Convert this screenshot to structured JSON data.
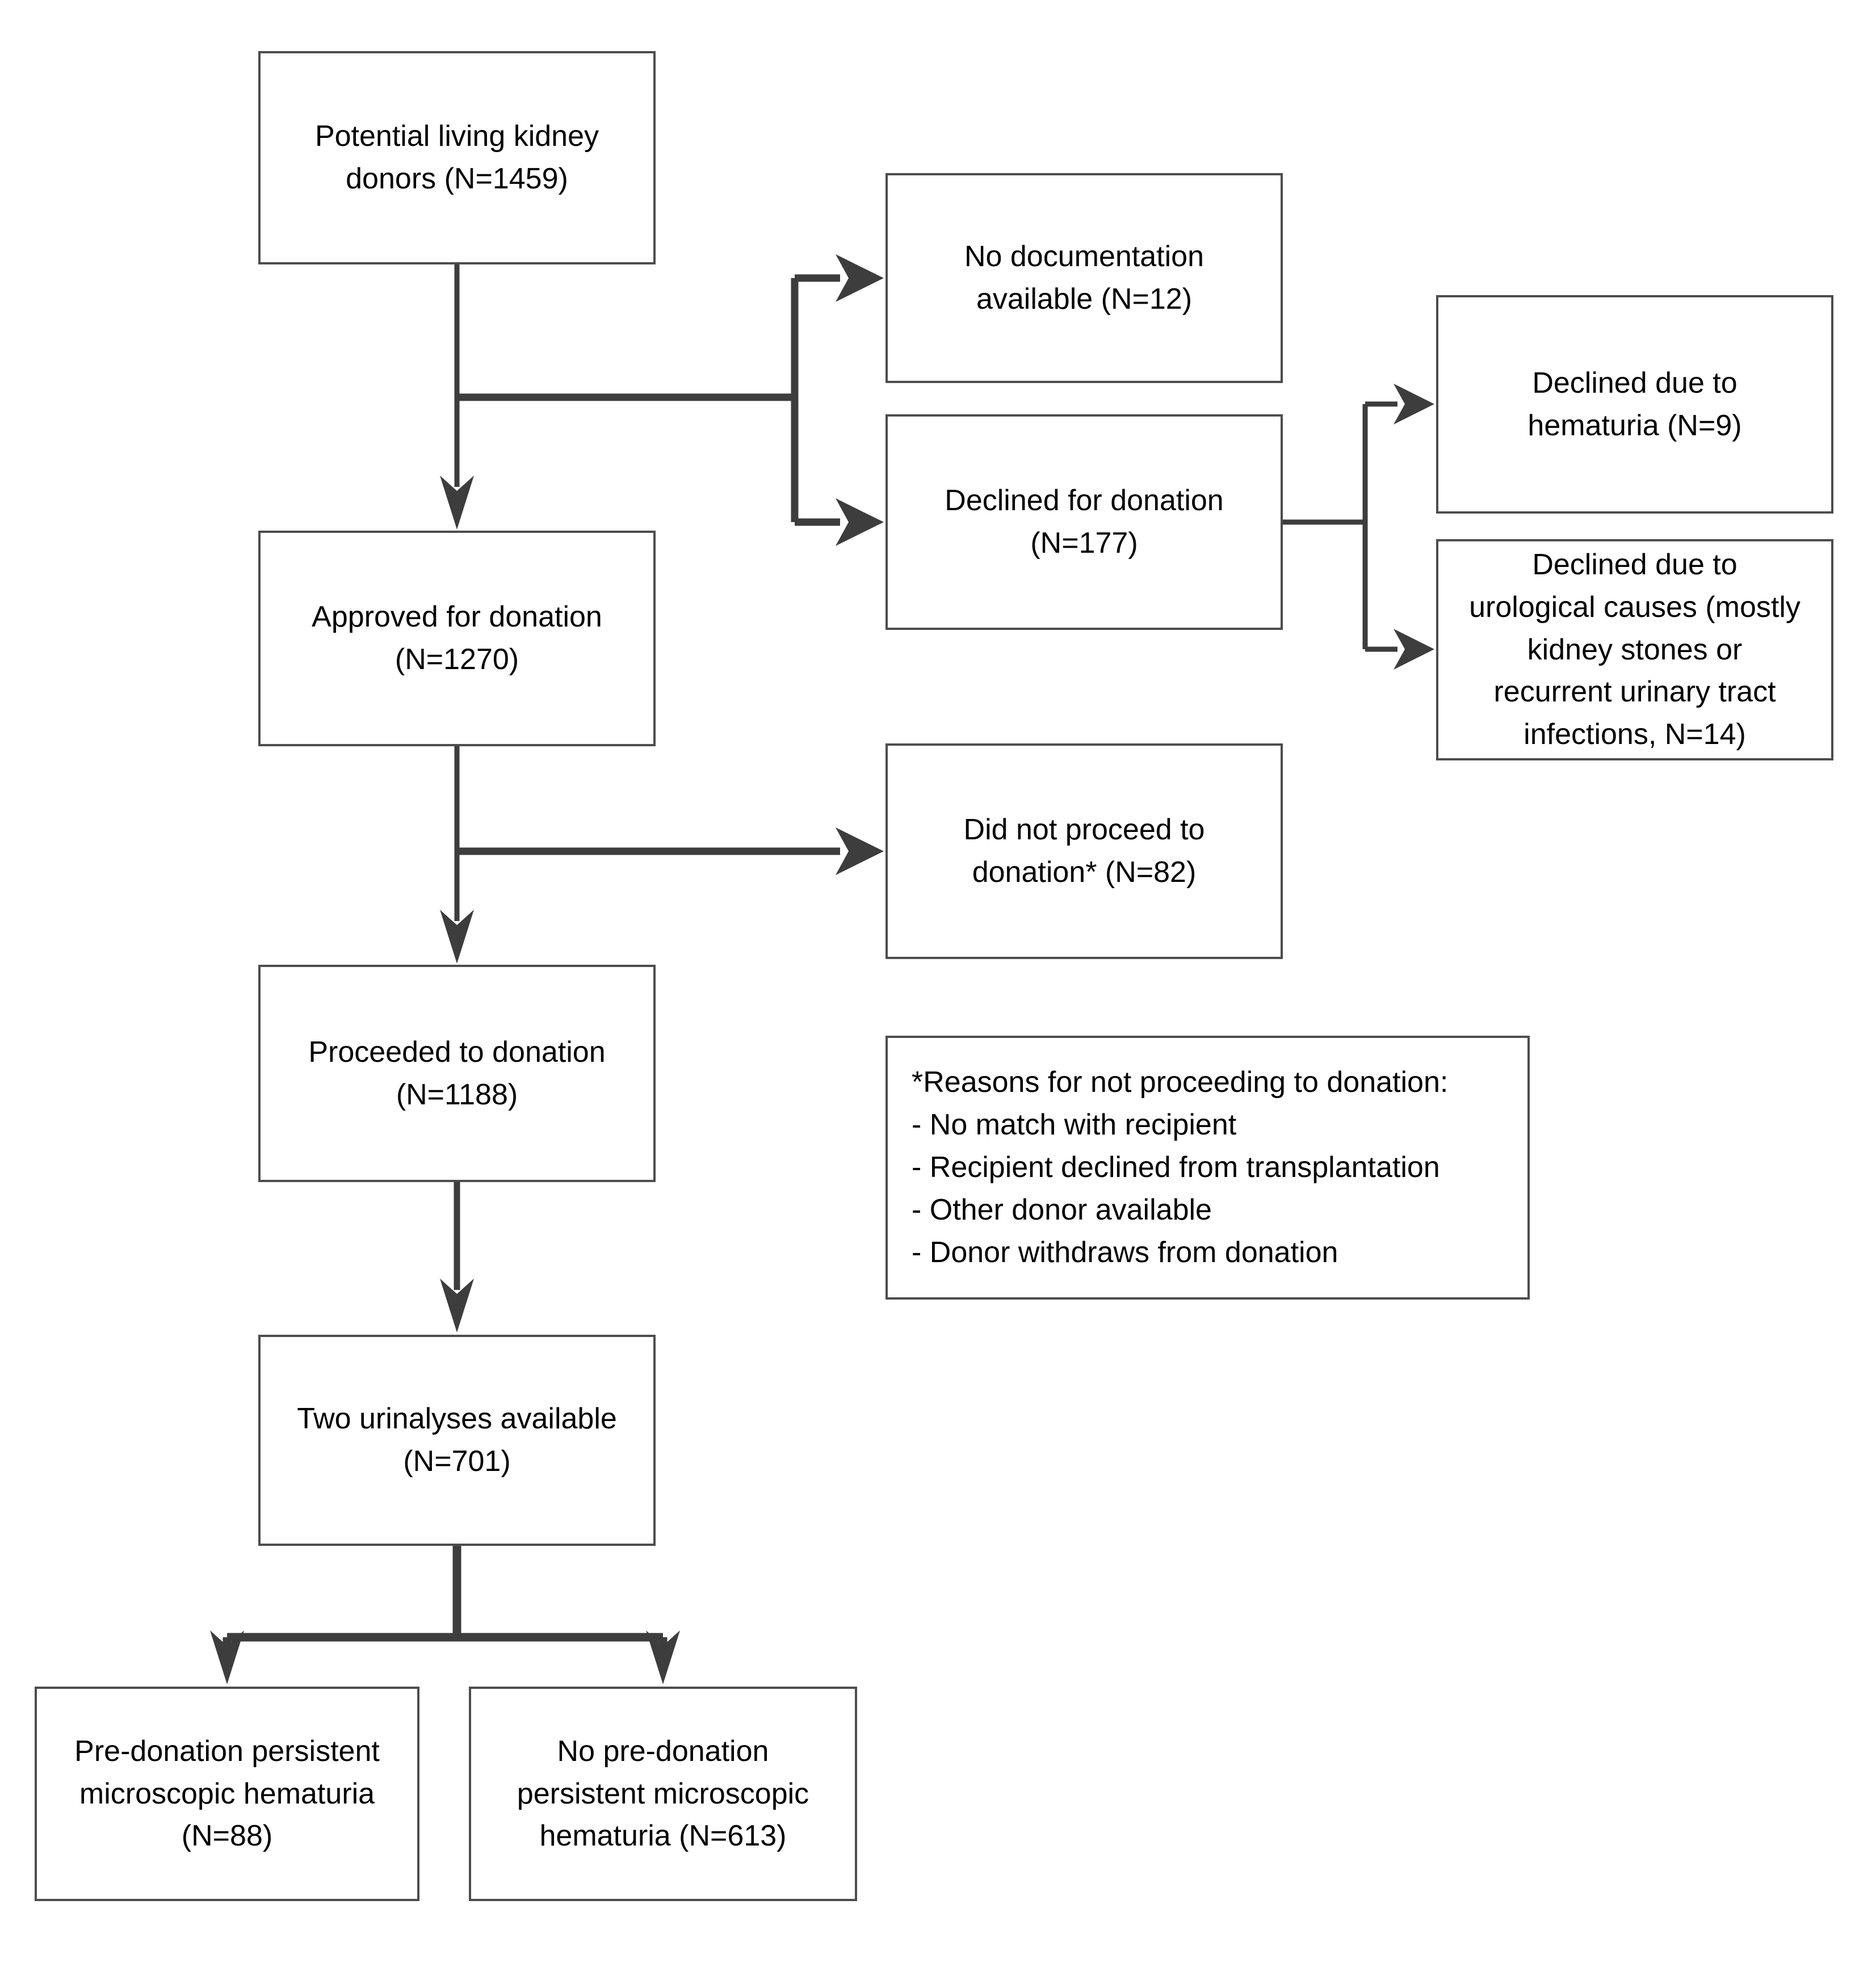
{
  "diagram": {
    "type": "flowchart",
    "background": "#ffffff",
    "line_color": "#3d3d3d",
    "border_color": "#4d4d4d",
    "text_color": "#000000",
    "boxes": {
      "potential": {
        "label": "Potential living kidney\ndonors (N=1459)",
        "n": 1459
      },
      "no_documentation": {
        "label": "No documentation\navailable (N=12)",
        "n": 12
      },
      "declined": {
        "label": "Declined for donation\n(N=177)",
        "n": 177
      },
      "declined_hematuria": {
        "label": "Declined due to\nhematuria (N=9)",
        "n": 9
      },
      "declined_urological": {
        "label": "Declined due to\nurological causes (mostly\nkidney stones or\nrecurrent urinary tract\ninfections, N=14)",
        "n": 14
      },
      "approved": {
        "label": "Approved for donation\n(N=1270)",
        "n": 1270
      },
      "did_not_proceed": {
        "label": "Did not proceed to\ndonation* (N=82)",
        "n": 82
      },
      "proceeded": {
        "label": "Proceeded to donation\n(N=1188)",
        "n": 1188
      },
      "two_urinalyses": {
        "label": "Two urinalyses available\n(N=701)",
        "n": 701
      },
      "predonation_hematuria": {
        "label": "Pre-donation persistent\nmicroscopic hematuria\n(N=88)",
        "n": 88
      },
      "no_predonation_hematuria": {
        "label": "No pre-donation\npersistent microscopic\nhematuria (N=613)",
        "n": 613
      }
    },
    "footnote": {
      "text": "*Reasons for not proceeding to donation:\n- No match with recipient\n- Recipient declined from transplantation\n- Other donor available\n- Donor withdraws from donation"
    }
  }
}
